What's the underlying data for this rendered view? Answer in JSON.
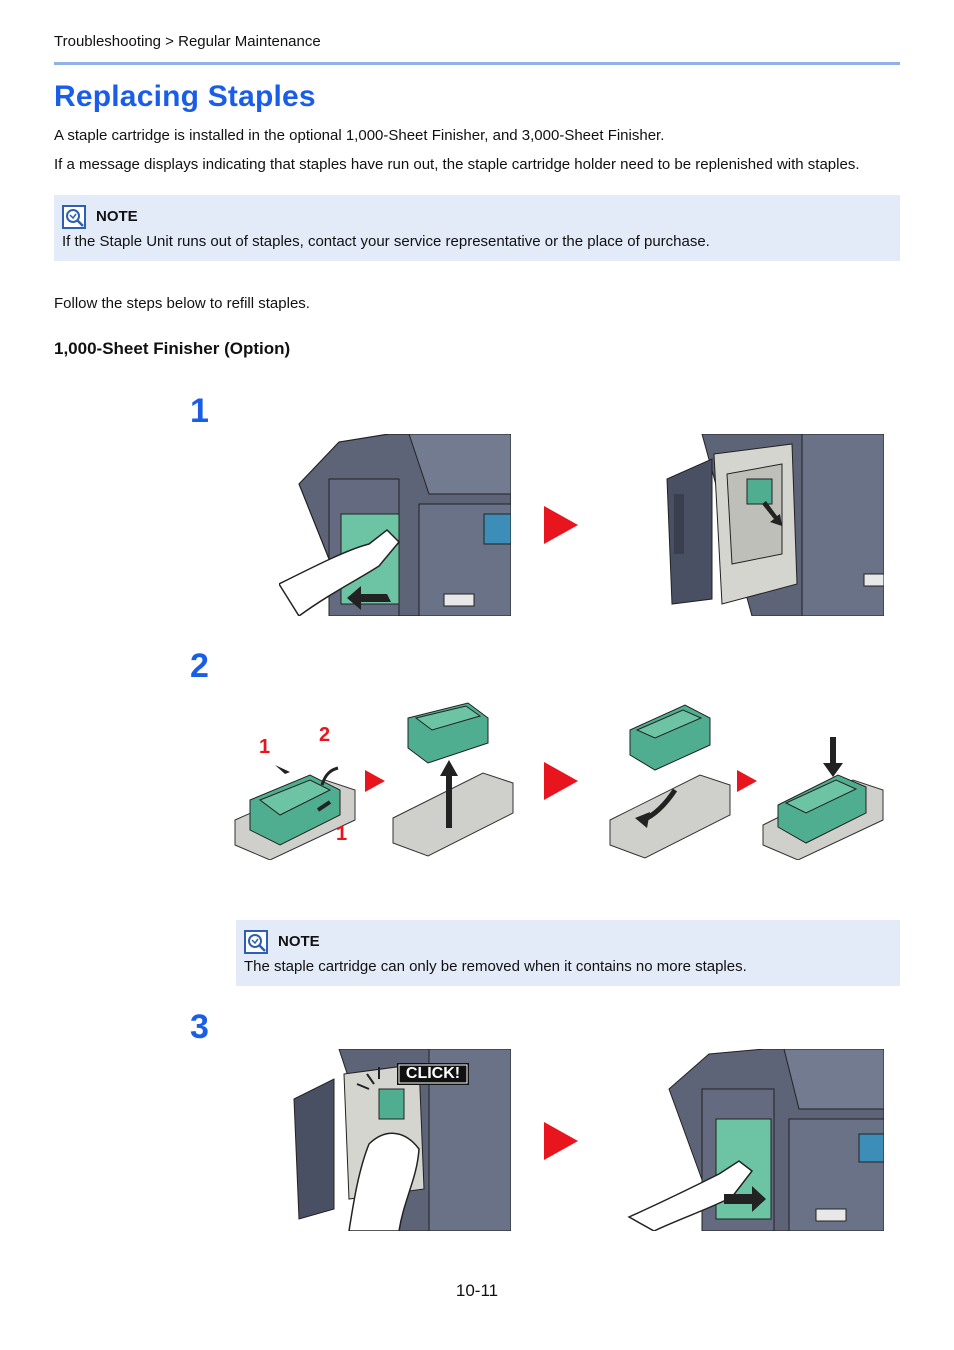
{
  "header": {
    "breadcrumb": "Troubleshooting > Regular Maintenance"
  },
  "title": "Replacing Staples",
  "intro": [
    "A staple cartridge is installed in the optional 1,000-Sheet Finisher, and 3,000-Sheet Finisher.",
    "If a message displays indicating that staples have run out, the staple cartridge holder need to be replenished with staples."
  ],
  "note1": {
    "title": "NOTE",
    "text": "If the Staple Unit runs out of staples, contact your service representative or the place of purchase."
  },
  "follow": "Follow the steps below to refill staples.",
  "section_title": "1,000-Sheet Finisher (Option)",
  "steps": [
    {
      "number": "1"
    },
    {
      "number": "2",
      "callouts": [
        "1",
        "2",
        "1"
      ]
    },
    {
      "number": "3",
      "click_label": "CLICK!"
    }
  ],
  "note2": {
    "title": "NOTE",
    "text": "The staple cartridge can only be removed when it contains no more staples."
  },
  "footer": {
    "page_number": "10-11"
  },
  "colors": {
    "accent": "#1a5ee8",
    "arrow": "#e8141e",
    "note_bg": "#e3ebf8",
    "machine": "#5b6276",
    "cartridge": "#4fae8f"
  }
}
